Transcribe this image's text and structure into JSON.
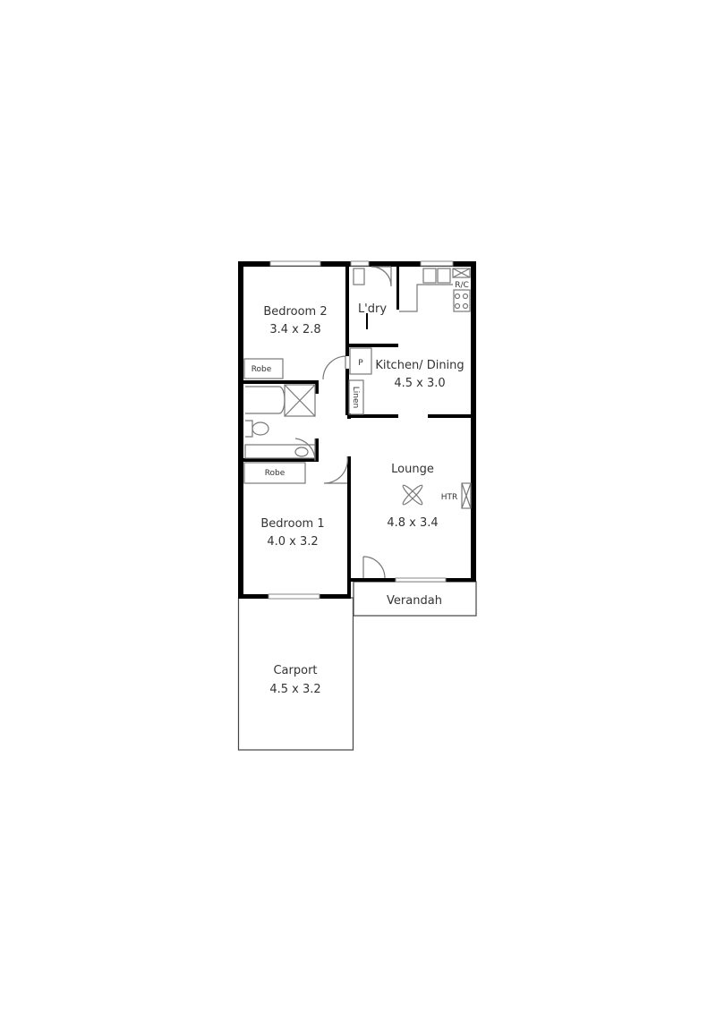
{
  "rooms": {
    "bedroom2": {
      "name": "Bedroom 2",
      "size": "3.4 x 2.8"
    },
    "laundry": {
      "name": "L'dry"
    },
    "kitchen": {
      "name": "Kitchen/ Dining",
      "size": "4.5 x 3.0"
    },
    "lounge": {
      "name": "Lounge",
      "size": "4.8 x 3.4"
    },
    "bedroom1": {
      "name": "Bedroom 1",
      "size": "4.0 x 3.2"
    },
    "verandah": {
      "name": "Verandah"
    },
    "carport": {
      "name": "Carport",
      "size": "4.5 x 3.2"
    }
  },
  "fixtures": {
    "robe1": "Robe",
    "robe2": "Robe",
    "pantry": "P",
    "linen": "Linen",
    "heater": "HTR",
    "aircon": "R/C"
  }
}
